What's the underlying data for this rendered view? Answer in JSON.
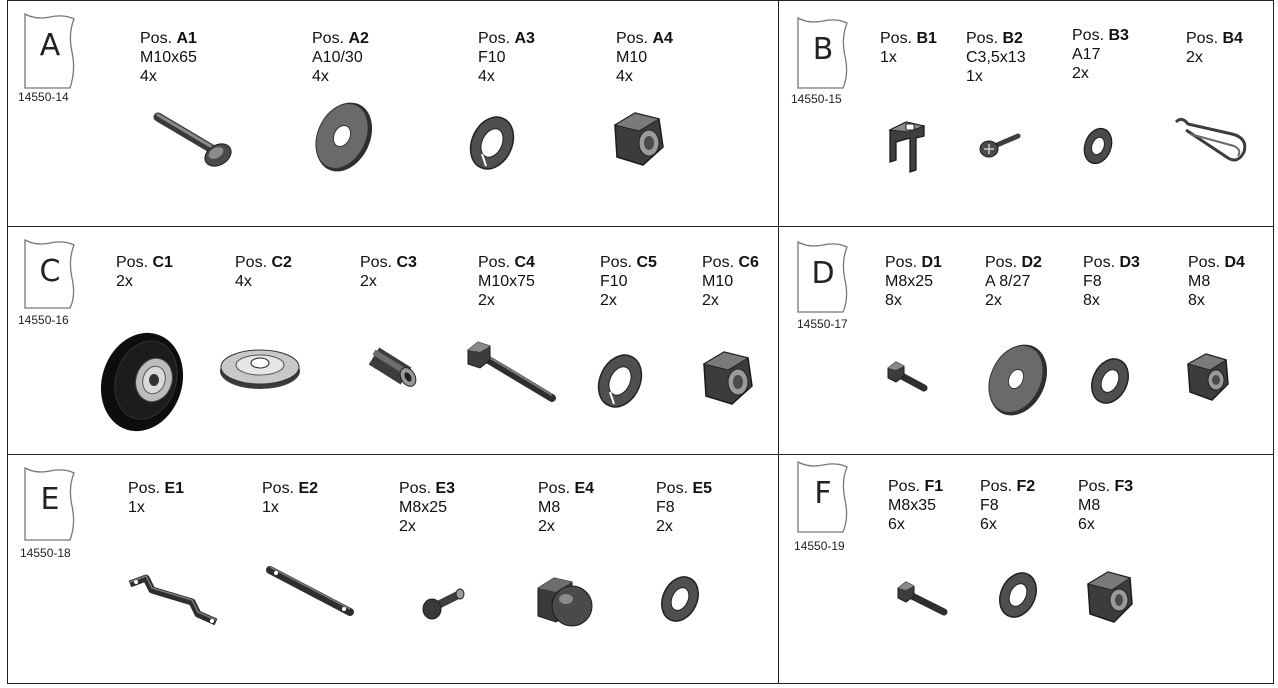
{
  "groups": [
    {
      "letter": "A",
      "code": "14550-14",
      "items": [
        {
          "prefix": "Pos.",
          "id": "A1",
          "lines": [
            "M10x65",
            "4x"
          ],
          "icon": "carriage-bolt-icon"
        },
        {
          "prefix": "Pos.",
          "id": "A2",
          "lines": [
            "A10/30",
            "4x"
          ],
          "icon": "large-washer-icon"
        },
        {
          "prefix": "Pos.",
          "id": "A3",
          "lines": [
            "F10",
            "4x"
          ],
          "icon": "spring-washer-icon"
        },
        {
          "prefix": "Pos.",
          "id": "A4",
          "lines": [
            "M10",
            "4x"
          ],
          "icon": "hex-nut-icon"
        }
      ]
    },
    {
      "letter": "B",
      "code": "14550-15",
      "items": [
        {
          "prefix": "Pos.",
          "id": "B1",
          "lines": [
            "1x"
          ],
          "icon": "bracket-icon"
        },
        {
          "prefix": "Pos.",
          "id": "B2",
          "lines": [
            "C3,5x13",
            "1x"
          ],
          "icon": "screw-icon"
        },
        {
          "prefix": "Pos.",
          "id": "B3",
          "lines": [
            "A17",
            "2x"
          ],
          "icon": "washer-icon"
        },
        {
          "prefix": "Pos.",
          "id": "B4",
          "lines": [
            "2x"
          ],
          "icon": "cotter-pin-icon"
        }
      ]
    },
    {
      "letter": "C",
      "code": "14550-16",
      "items": [
        {
          "prefix": "Pos.",
          "id": "C1",
          "lines": [
            "2x"
          ],
          "icon": "wheel-icon"
        },
        {
          "prefix": "Pos.",
          "id": "C2",
          "lines": [
            "4x"
          ],
          "icon": "hub-cap-icon"
        },
        {
          "prefix": "Pos.",
          "id": "C3",
          "lines": [
            "2x"
          ],
          "icon": "spacer-tube-icon"
        },
        {
          "prefix": "Pos.",
          "id": "C4",
          "lines": [
            "M10x75",
            "2x"
          ],
          "icon": "hex-bolt-icon"
        },
        {
          "prefix": "Pos.",
          "id": "C5",
          "lines": [
            "F10",
            "2x"
          ],
          "icon": "spring-washer-icon"
        },
        {
          "prefix": "Pos.",
          "id": "C6",
          "lines": [
            "M10",
            "2x"
          ],
          "icon": "hex-nut-icon"
        }
      ]
    },
    {
      "letter": "D",
      "code": "14550-17",
      "items": [
        {
          "prefix": "Pos.",
          "id": "D1",
          "lines": [
            "M8x25",
            "8x"
          ],
          "icon": "hex-bolt-icon"
        },
        {
          "prefix": "Pos.",
          "id": "D2",
          "lines": [
            "A 8/27",
            "2x"
          ],
          "icon": "large-washer-icon"
        },
        {
          "prefix": "Pos.",
          "id": "D3",
          "lines": [
            "F8",
            "8x"
          ],
          "icon": "spring-washer-icon"
        },
        {
          "prefix": "Pos.",
          "id": "D4",
          "lines": [
            "M8",
            "8x"
          ],
          "icon": "hex-nut-icon"
        }
      ]
    },
    {
      "letter": "E",
      "code": "14550-18",
      "items": [
        {
          "prefix": "Pos.",
          "id": "E1",
          "lines": [
            "1x"
          ],
          "icon": "u-bracket-icon"
        },
        {
          "prefix": "Pos.",
          "id": "E2",
          "lines": [
            "1x"
          ],
          "icon": "flat-bar-icon"
        },
        {
          "prefix": "Pos.",
          "id": "E3",
          "lines": [
            "M8x25",
            "2x"
          ],
          "icon": "countersunk-bolt-icon"
        },
        {
          "prefix": "Pos.",
          "id": "E4",
          "lines": [
            "M8",
            "2x"
          ],
          "icon": "cap-nut-icon"
        },
        {
          "prefix": "Pos.",
          "id": "E5",
          "lines": [
            "F8",
            "2x"
          ],
          "icon": "spring-washer-icon"
        }
      ]
    },
    {
      "letter": "F",
      "code": "14550-19",
      "items": [
        {
          "prefix": "Pos.",
          "id": "F1",
          "lines": [
            "M8x35",
            "6x"
          ],
          "icon": "hex-bolt-icon"
        },
        {
          "prefix": "Pos.",
          "id": "F2",
          "lines": [
            "F8",
            "6x"
          ],
          "icon": "spring-washer-icon"
        },
        {
          "prefix": "Pos.",
          "id": "F3",
          "lines": [
            "M8",
            "6x"
          ],
          "icon": "hex-nut-icon"
        }
      ]
    }
  ],
  "colors": {
    "metal": "#5a5a5a",
    "metal_dark": "#2e2e2e",
    "metal_light": "#9a9a9a",
    "rubber": "#0d0d0d",
    "rule": "#222222"
  }
}
